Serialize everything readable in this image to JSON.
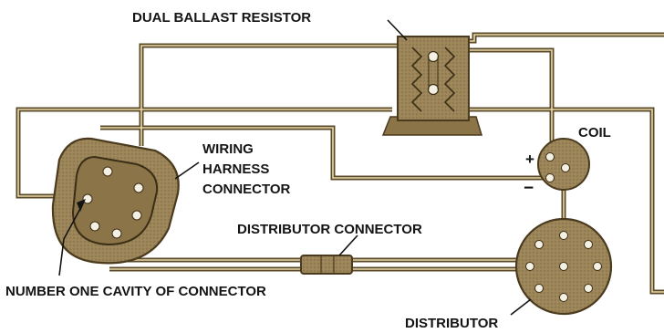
{
  "diagram": {
    "colors": {
      "wire_outer": "#5a4a2a",
      "wire_inner": "#e8d8a8",
      "component_fill": "#9c8558",
      "component_dark": "#6b5a36",
      "hole_fill": "#f4f0e4",
      "text": "#141414"
    },
    "labels": {
      "ballast": "DUAL BALLAST RESISTOR",
      "coil": "COIL",
      "plus": "+",
      "minus": "−",
      "harness_line1": "WIRING",
      "harness_line2": "HARNESS",
      "harness_line3": "CONNECTOR",
      "dist_connector": "DISTRIBUTOR CONNECTOR",
      "cavity": "NUMBER ONE CAVITY OF CONNECTOR",
      "distributor": "DISTRIBUTOR"
    }
  }
}
